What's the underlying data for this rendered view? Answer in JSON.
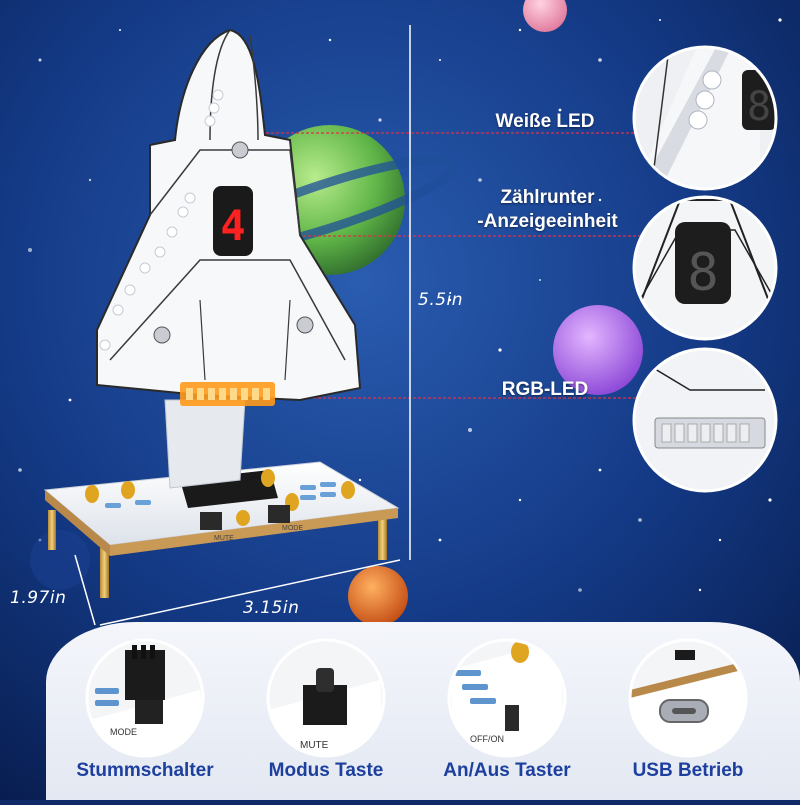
{
  "callouts": {
    "white_led": "Weiße LED",
    "countdown_line1": "Zählrunter",
    "countdown_line2": "-Anzeigeeinheit",
    "rgb_led": "RGB-LED"
  },
  "dimensions": {
    "height": "5.5in",
    "depth": "1.97in",
    "width": "3.15in"
  },
  "display_digit": "4",
  "board_labels": {
    "mode": "MODE",
    "mute": "MUTE",
    "on_off": "OFF/ON"
  },
  "features": [
    {
      "caption": "Stummschalter",
      "icon": "mode-button-closeup"
    },
    {
      "caption": "Modus Taste",
      "icon": "mute-button-closeup"
    },
    {
      "caption": "An/Aus Taster",
      "icon": "on-off-switch-closeup"
    },
    {
      "caption": "USB Betrieb",
      "icon": "usb-c-port-closeup"
    }
  ],
  "colors": {
    "background": "#0f2a66",
    "caption_blue": "#1d3f9e",
    "led_orange": "#ff9a1a",
    "digit_red": "#ff2020",
    "callout_line": "#e0304a"
  }
}
